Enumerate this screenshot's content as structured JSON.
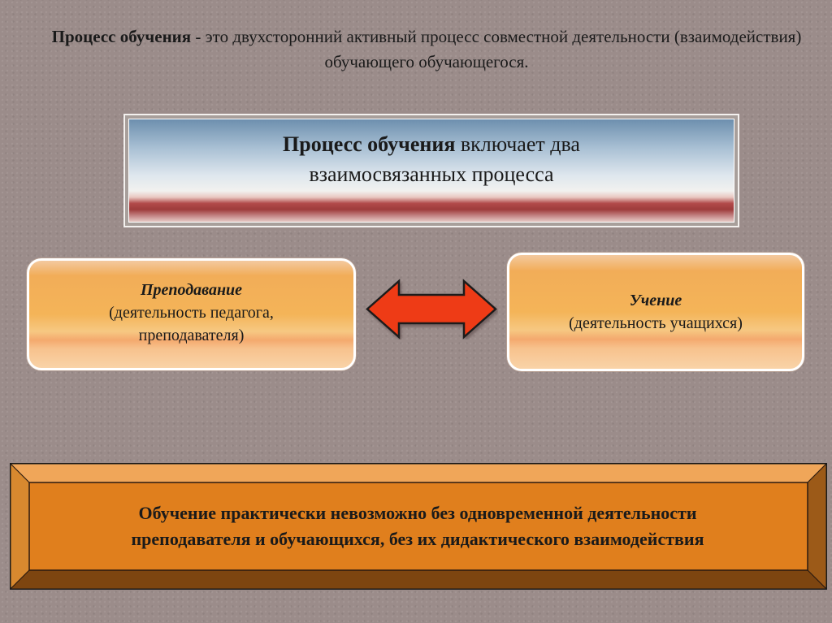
{
  "definition": {
    "term": "Процесс обучения",
    "text": " -  это двухсторонний активный процесс совместной деятельности (взаимодействия) обучающего обучающегося."
  },
  "header": {
    "term": "Процесс обучения",
    "line1_rest": " включает два",
    "line2": "взаимосвязанных процесса"
  },
  "left_box": {
    "title": "Преподавание",
    "line1": "(деятельность педагога,",
    "line2": "преподавателя)"
  },
  "right_box": {
    "title": "Учение",
    "line1": "(деятельность учащихся)"
  },
  "bottom": {
    "line1": "Обучение практически невозможно без одновременной деятельности",
    "line2": "преподавателя и обучающихся, без их дидактического взаимодействия"
  },
  "colors": {
    "arrow_fill": "#ee3a14",
    "bottom_fill": "#e07f1d"
  }
}
